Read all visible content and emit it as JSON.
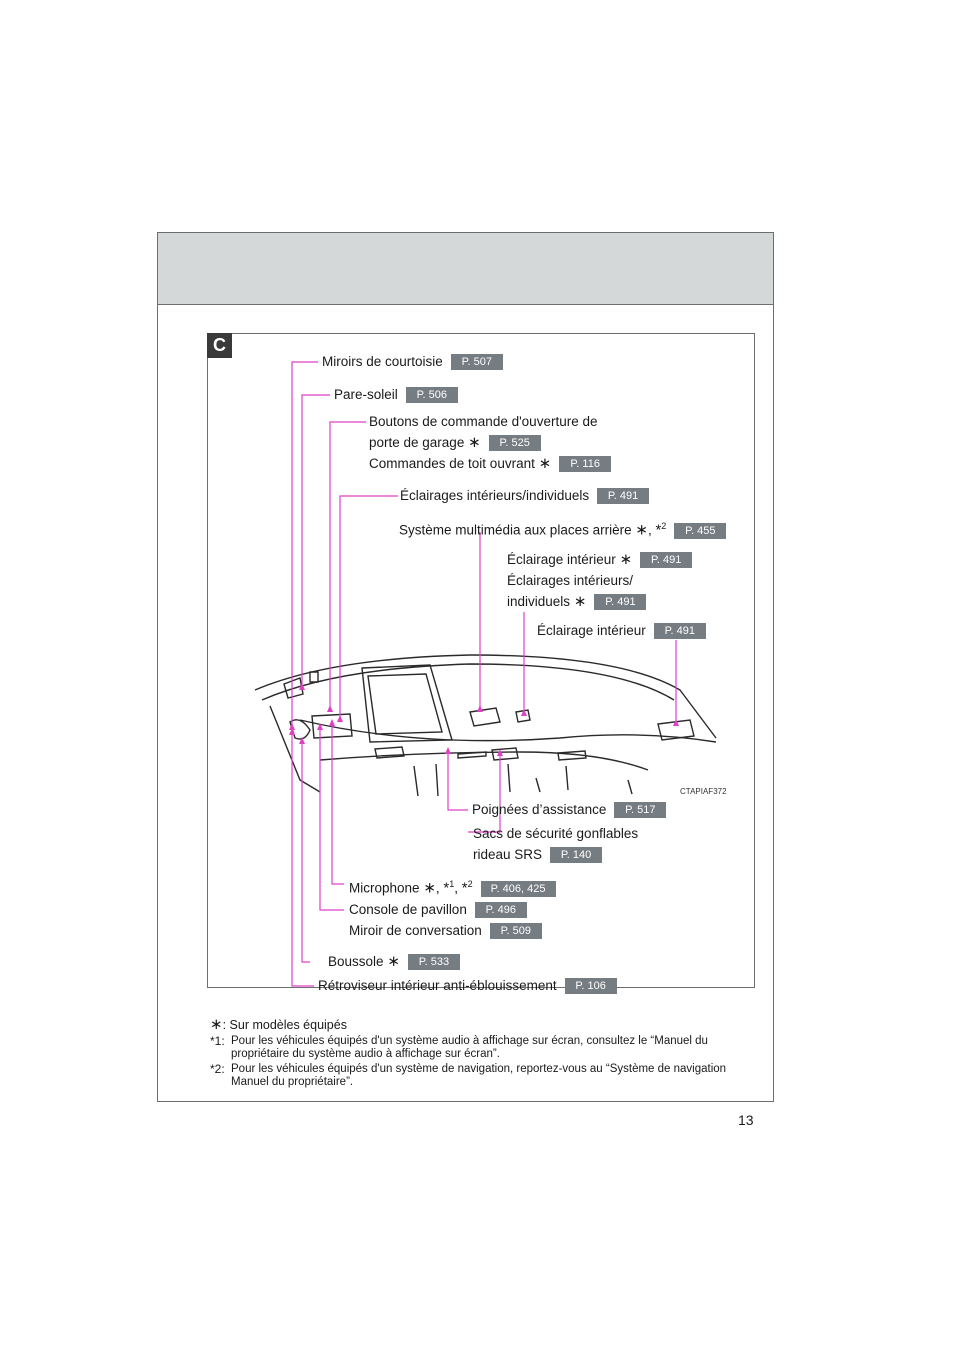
{
  "section_badge": "C",
  "labels": {
    "miroirs": {
      "text": "Miroirs de courtoisie",
      "page": "P. 507"
    },
    "pare_soleil": {
      "text": "Pare-soleil",
      "page": "P. 506"
    },
    "boutons_l1": "Boutons de commande d'ouverture de",
    "boutons_l2": "porte de garage",
    "boutons_page": "P. 525",
    "commandes": {
      "text": "Commandes de toit ouvrant",
      "page": "P. 116"
    },
    "eclairages_ind": {
      "text": "Éclairages intérieurs/individuels",
      "page": "P. 491"
    },
    "systeme": {
      "text": "Système multimédia aux places arrière",
      "page": "P. 455"
    },
    "eclairage_int1": {
      "text": "Éclairage intérieur",
      "page": "P. 491"
    },
    "eclairages_l1": "Éclairages intérieurs/",
    "eclairages_l2": "individuels",
    "eclairages_page": "P. 491",
    "eclairage_int2": {
      "text": "Éclairage intérieur",
      "page": "P. 491"
    },
    "poignees": {
      "text": "Poignées d’assistance",
      "page": "P. 517"
    },
    "sacs_l1": "Sacs de sécurité gonflables",
    "sacs_l2": "rideau SRS",
    "sacs_page": "P. 140",
    "microphone": {
      "text": "Microphone",
      "page": "P. 406, 425"
    },
    "console": {
      "text": "Console de pavillon",
      "page": "P. 496"
    },
    "miroir_conv": {
      "text": "Miroir de conversation",
      "page": "P. 509"
    },
    "boussole": {
      "text": "Boussole",
      "page": "P. 533"
    },
    "retroviseur": {
      "text": "Rétroviseur intérieur anti-éblouissement",
      "page": "P. 106"
    }
  },
  "image_code": "CTAPIAF372",
  "notes": {
    "n0": ": Sur modèles équipés",
    "n1_key": "1:",
    "n1": "Pour les véhicules équipés d'un système audio à affichage sur écran, consultez le “Manuel du propriétaire du système audio à affichage sur écran”.",
    "n2_key": "2:",
    "n2": "Pour les véhicules équipés d'un système de navigation, reportez-vous au “Système de navigation Manuel du propriétaire”."
  },
  "symbols": {
    "asterisk": "∗",
    "star": "*",
    "sup1": "1",
    "sup2": "2"
  },
  "page_number": "13",
  "colors": {
    "leader_line": "#e040c8",
    "page_badge": "#757c82",
    "header_band": "#d5d8d8"
  }
}
